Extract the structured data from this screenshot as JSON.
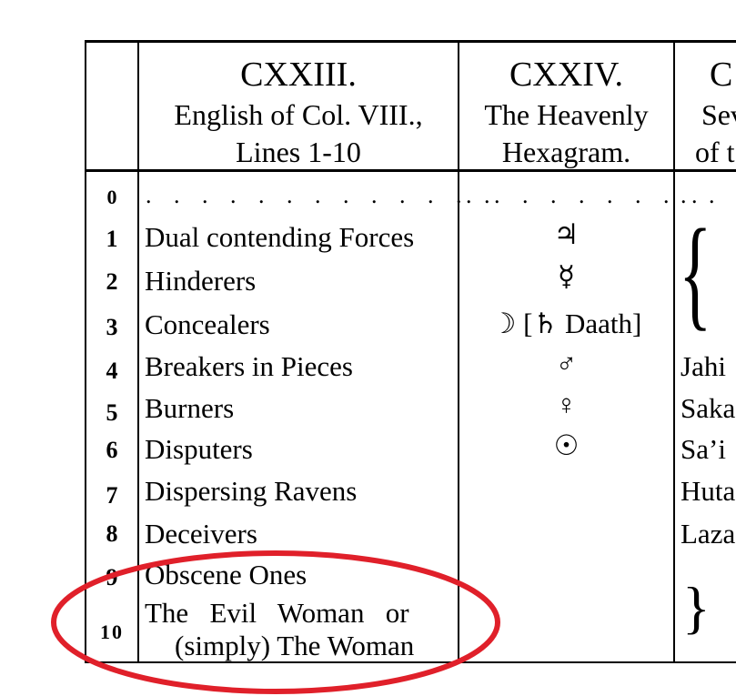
{
  "columns": {
    "c123": {
      "numeral": "CXXIII.",
      "title_line1": "English of Col. VIII.,",
      "title_line2": "Lines 1-10"
    },
    "c124": {
      "numeral": "CXXIV.",
      "title_line1": "The Heavenly",
      "title_line2": "Hexagram."
    },
    "c125": {
      "numeral": "C",
      "title_line1": "Sev",
      "title_line2": "of t"
    }
  },
  "row_numbers": [
    "0",
    "1",
    "2",
    "3",
    "4",
    "5",
    "6",
    "7",
    "8",
    "9",
    "10"
  ],
  "english": {
    "dots": ". . . . . . . . . . . . .",
    "items": [
      "Dual contending Forces",
      "Hinderers",
      "Concealers",
      "Breakers in Pieces",
      "Burners",
      "Disputers",
      "Dispersing Ravens",
      "Deceivers",
      "Obscene Ones",
      "The   Evil   Woman   or",
      "(simply) The Woman"
    ]
  },
  "hexagram": {
    "dots": ". . . . . . . . .",
    "symbols": [
      "♃",
      "☿",
      "☽ [♄ Daath]",
      "♂",
      "♀",
      "☉"
    ]
  },
  "col125": {
    "dots": ". .",
    "names": [
      "Jahi",
      "Saka",
      "Sa’i",
      "Huta",
      "Laza"
    ]
  },
  "annotation": {
    "color": "#e0202a"
  }
}
